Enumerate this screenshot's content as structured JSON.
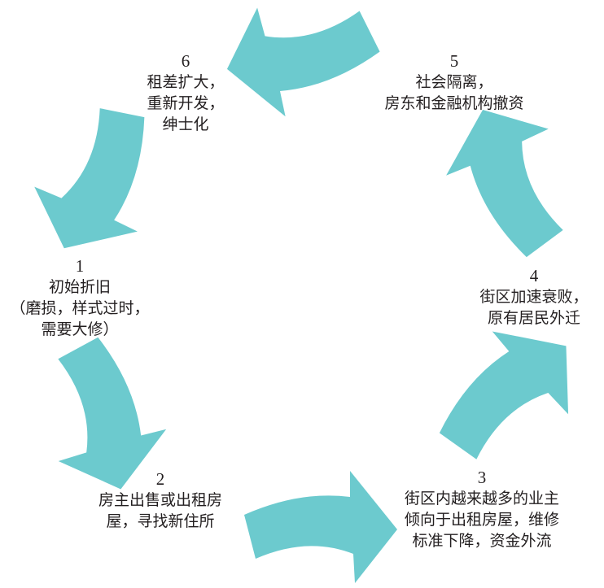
{
  "diagram": {
    "arrow_color": "#6ccace",
    "stages": [
      {
        "number": "1",
        "lines": [
          "初始折旧",
          "（磨损，样式过时，",
          "需要大修）"
        ]
      },
      {
        "number": "2",
        "lines": [
          "房主出售或出租房",
          "屋，寻找新住所"
        ]
      },
      {
        "number": "3",
        "lines": [
          "街区内越来越多的业主",
          "倾向于出租房屋，维修",
          "标准下降，资金外流"
        ]
      },
      {
        "number": "4",
        "lines": [
          "街区加速衰败，",
          "原有居民外迁"
        ]
      },
      {
        "number": "5",
        "lines": [
          "社会隔离，",
          "房东和金融机构撤资"
        ]
      },
      {
        "number": "6",
        "lines": [
          "租差扩大，",
          "重新开发，",
          "绅士化"
        ]
      }
    ]
  }
}
